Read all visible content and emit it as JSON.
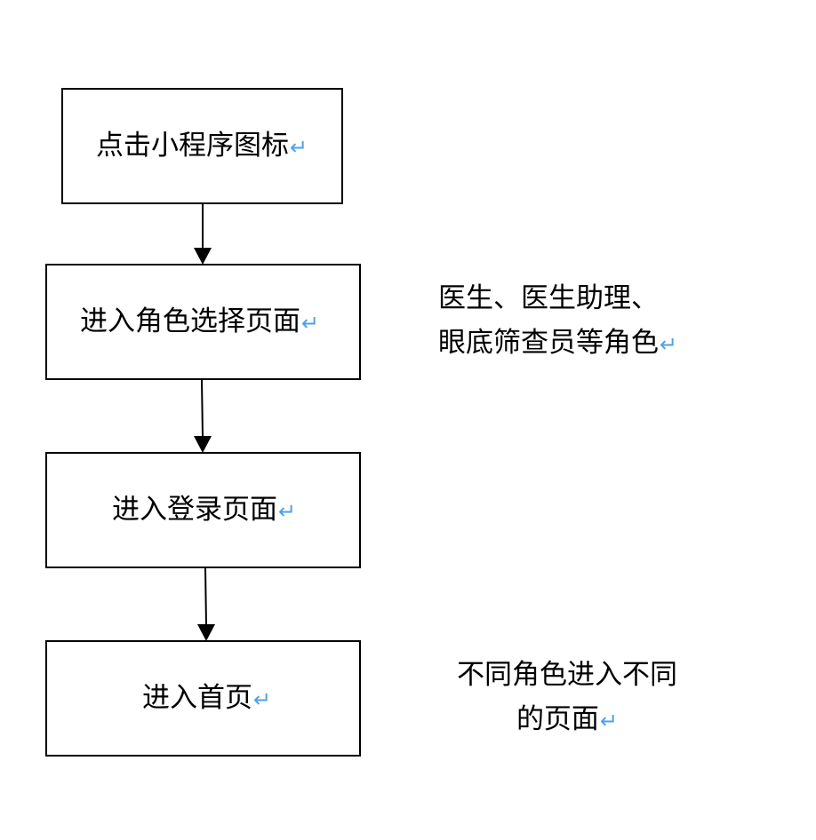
{
  "steps": [
    {
      "label": "点击小程序图标"
    },
    {
      "label": "进入角色选择页面"
    },
    {
      "label": "进入登录页面"
    },
    {
      "label": "进入首页"
    }
  ],
  "notes": {
    "roles": {
      "line1": "医生、医生助理、",
      "line2": "眼底筛查员等角色"
    },
    "pages": {
      "line1": "不同角色进入不同",
      "line2": "的页面"
    }
  },
  "paragraph_mark": "↵",
  "colors": {
    "paragraph_mark": "#4ea1e8",
    "line": "#000000"
  }
}
